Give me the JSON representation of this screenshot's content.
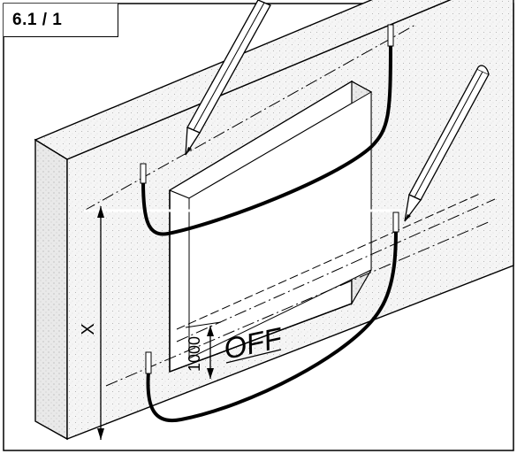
{
  "figure": {
    "label": "6.1 / 1",
    "measure_x": "X",
    "measure_1000": "1000",
    "off": "OFF"
  }
}
